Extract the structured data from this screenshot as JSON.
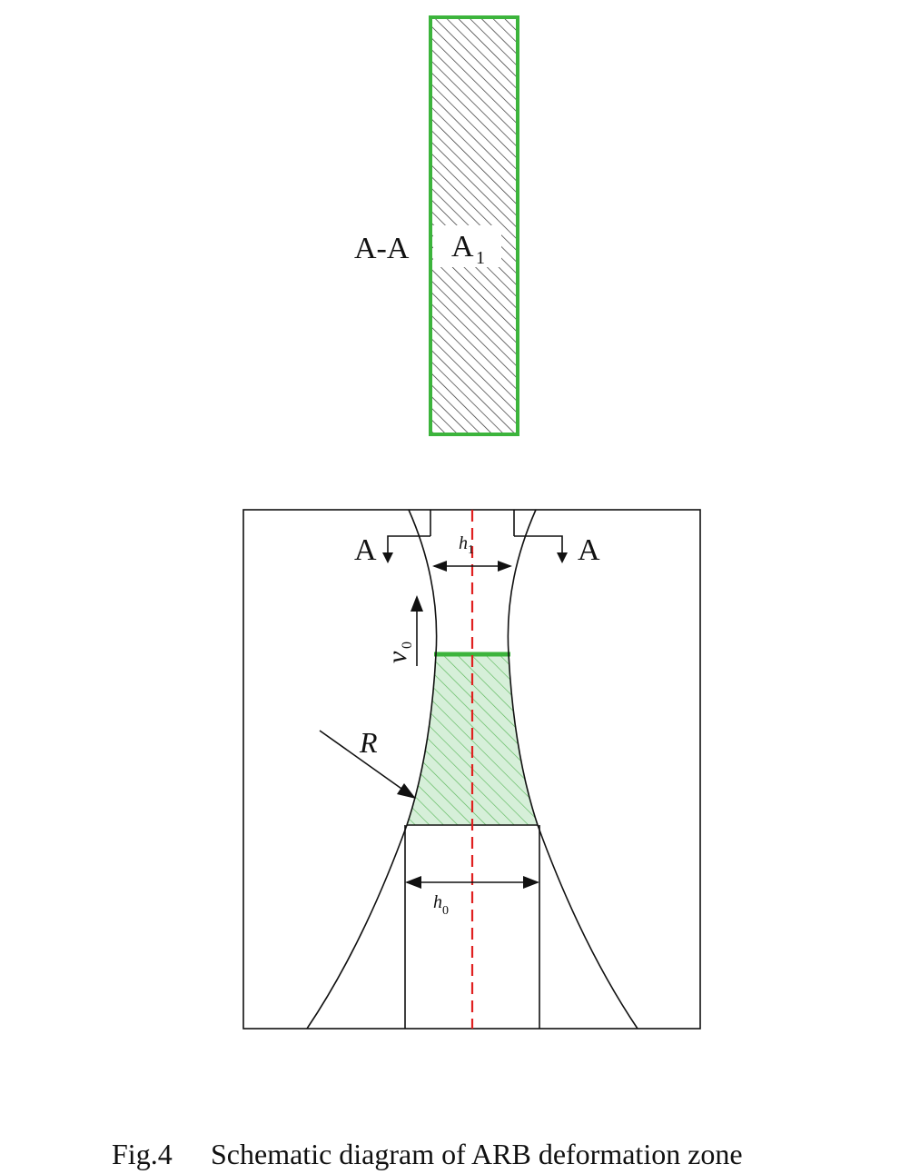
{
  "section_view": {
    "cut_label": "A-A",
    "area_label": "A",
    "area_subscript": "1"
  },
  "deformation_zone": {
    "section_mark_left": "A",
    "section_mark_right": "A",
    "exit_thickness_label": "h",
    "exit_thickness_subscript": "1",
    "entry_thickness_label": "h",
    "entry_thickness_subscript": "0",
    "velocity_label": "v",
    "velocity_subscript": "0",
    "radius_label": "R"
  },
  "caption": {
    "figure_number": "Fig.4",
    "title": "Schematic diagram of ARB deformation zone"
  },
  "colors": {
    "section_outline": "#3cb43c",
    "deformation_fill": "#d6efd9",
    "hatch": "#333333",
    "deformation_hatch": "#4caf50",
    "centerline": "#e02020",
    "lines": "#111111"
  }
}
